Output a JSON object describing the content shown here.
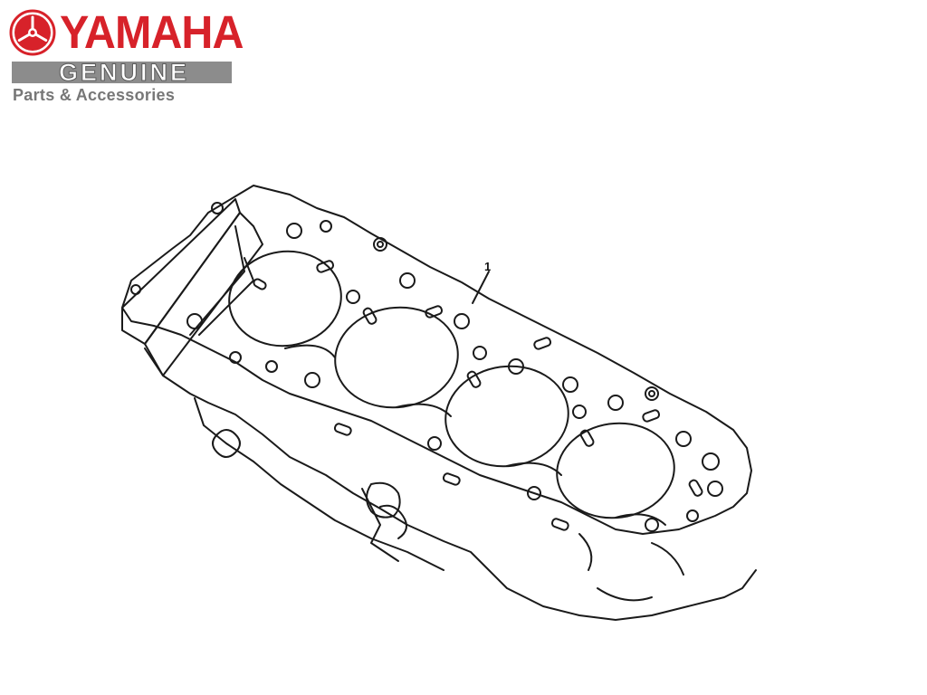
{
  "brand": {
    "name": "YAMAHA",
    "genuine_label": "GENUINE",
    "subtitle": "Parts & Accessories",
    "colors": {
      "brand_red": "#d7222a",
      "genuine_bar": "#8c8c8c",
      "subtitle_gray": "#777777"
    }
  },
  "diagram": {
    "icon": "cylinder-block-drawing",
    "callouts": [
      {
        "label": "1"
      }
    ]
  }
}
